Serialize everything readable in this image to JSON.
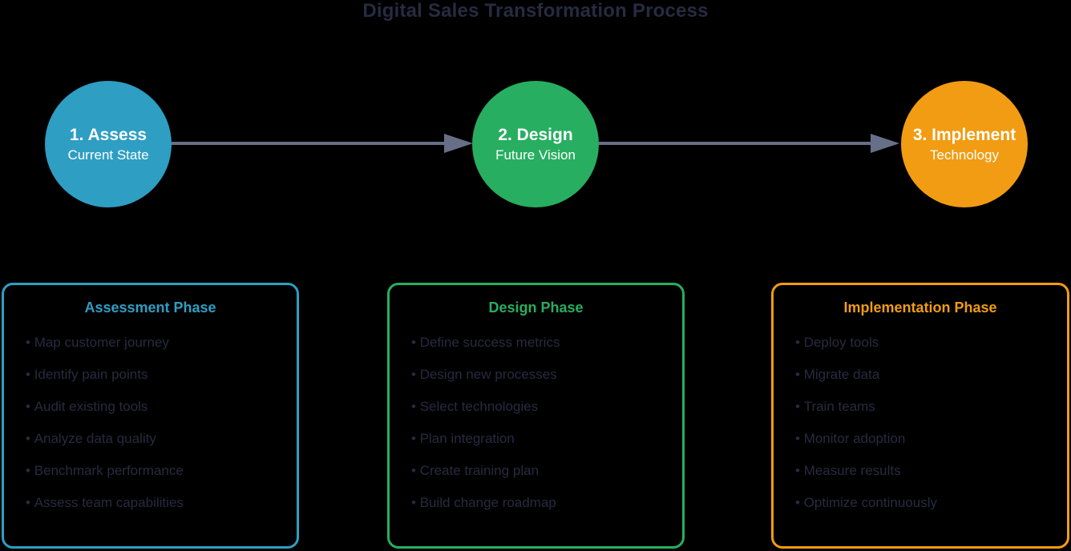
{
  "title": "Digital Sales Transformation Process",
  "colors": {
    "background": "#000000",
    "text_dark": "#262B40",
    "arrow": "#676F88",
    "circle_text": "#FFFFFF",
    "blue": "#2E9EC3",
    "green": "#27AE60",
    "orange": "#F19C13"
  },
  "steps": [
    {
      "label": "1. Assess",
      "sublabel": "Current State",
      "color": "#2E9EC3"
    },
    {
      "label": "2. Design",
      "sublabel": "Future Vision",
      "color": "#27AE60"
    },
    {
      "label": "3. Implement",
      "sublabel": "Technology",
      "color": "#F19C13"
    }
  ],
  "phases": [
    {
      "title": "Assessment Phase",
      "color": "#2E9EC3",
      "items": [
        "Map customer journey",
        "Identify pain points",
        "Audit existing tools",
        "Analyze data quality",
        "Benchmark performance",
        "Assess team capabilities"
      ]
    },
    {
      "title": "Design Phase",
      "color": "#27AE60",
      "items": [
        "Define success metrics",
        "Design new processes",
        "Select technologies",
        "Plan integration",
        "Create training plan",
        "Build change roadmap"
      ]
    },
    {
      "title": "Implementation Phase",
      "color": "#F19C13",
      "items": [
        "Deploy tools",
        "Migrate data",
        "Train teams",
        "Monitor adoption",
        "Measure results",
        "Optimize continuously"
      ]
    }
  ]
}
